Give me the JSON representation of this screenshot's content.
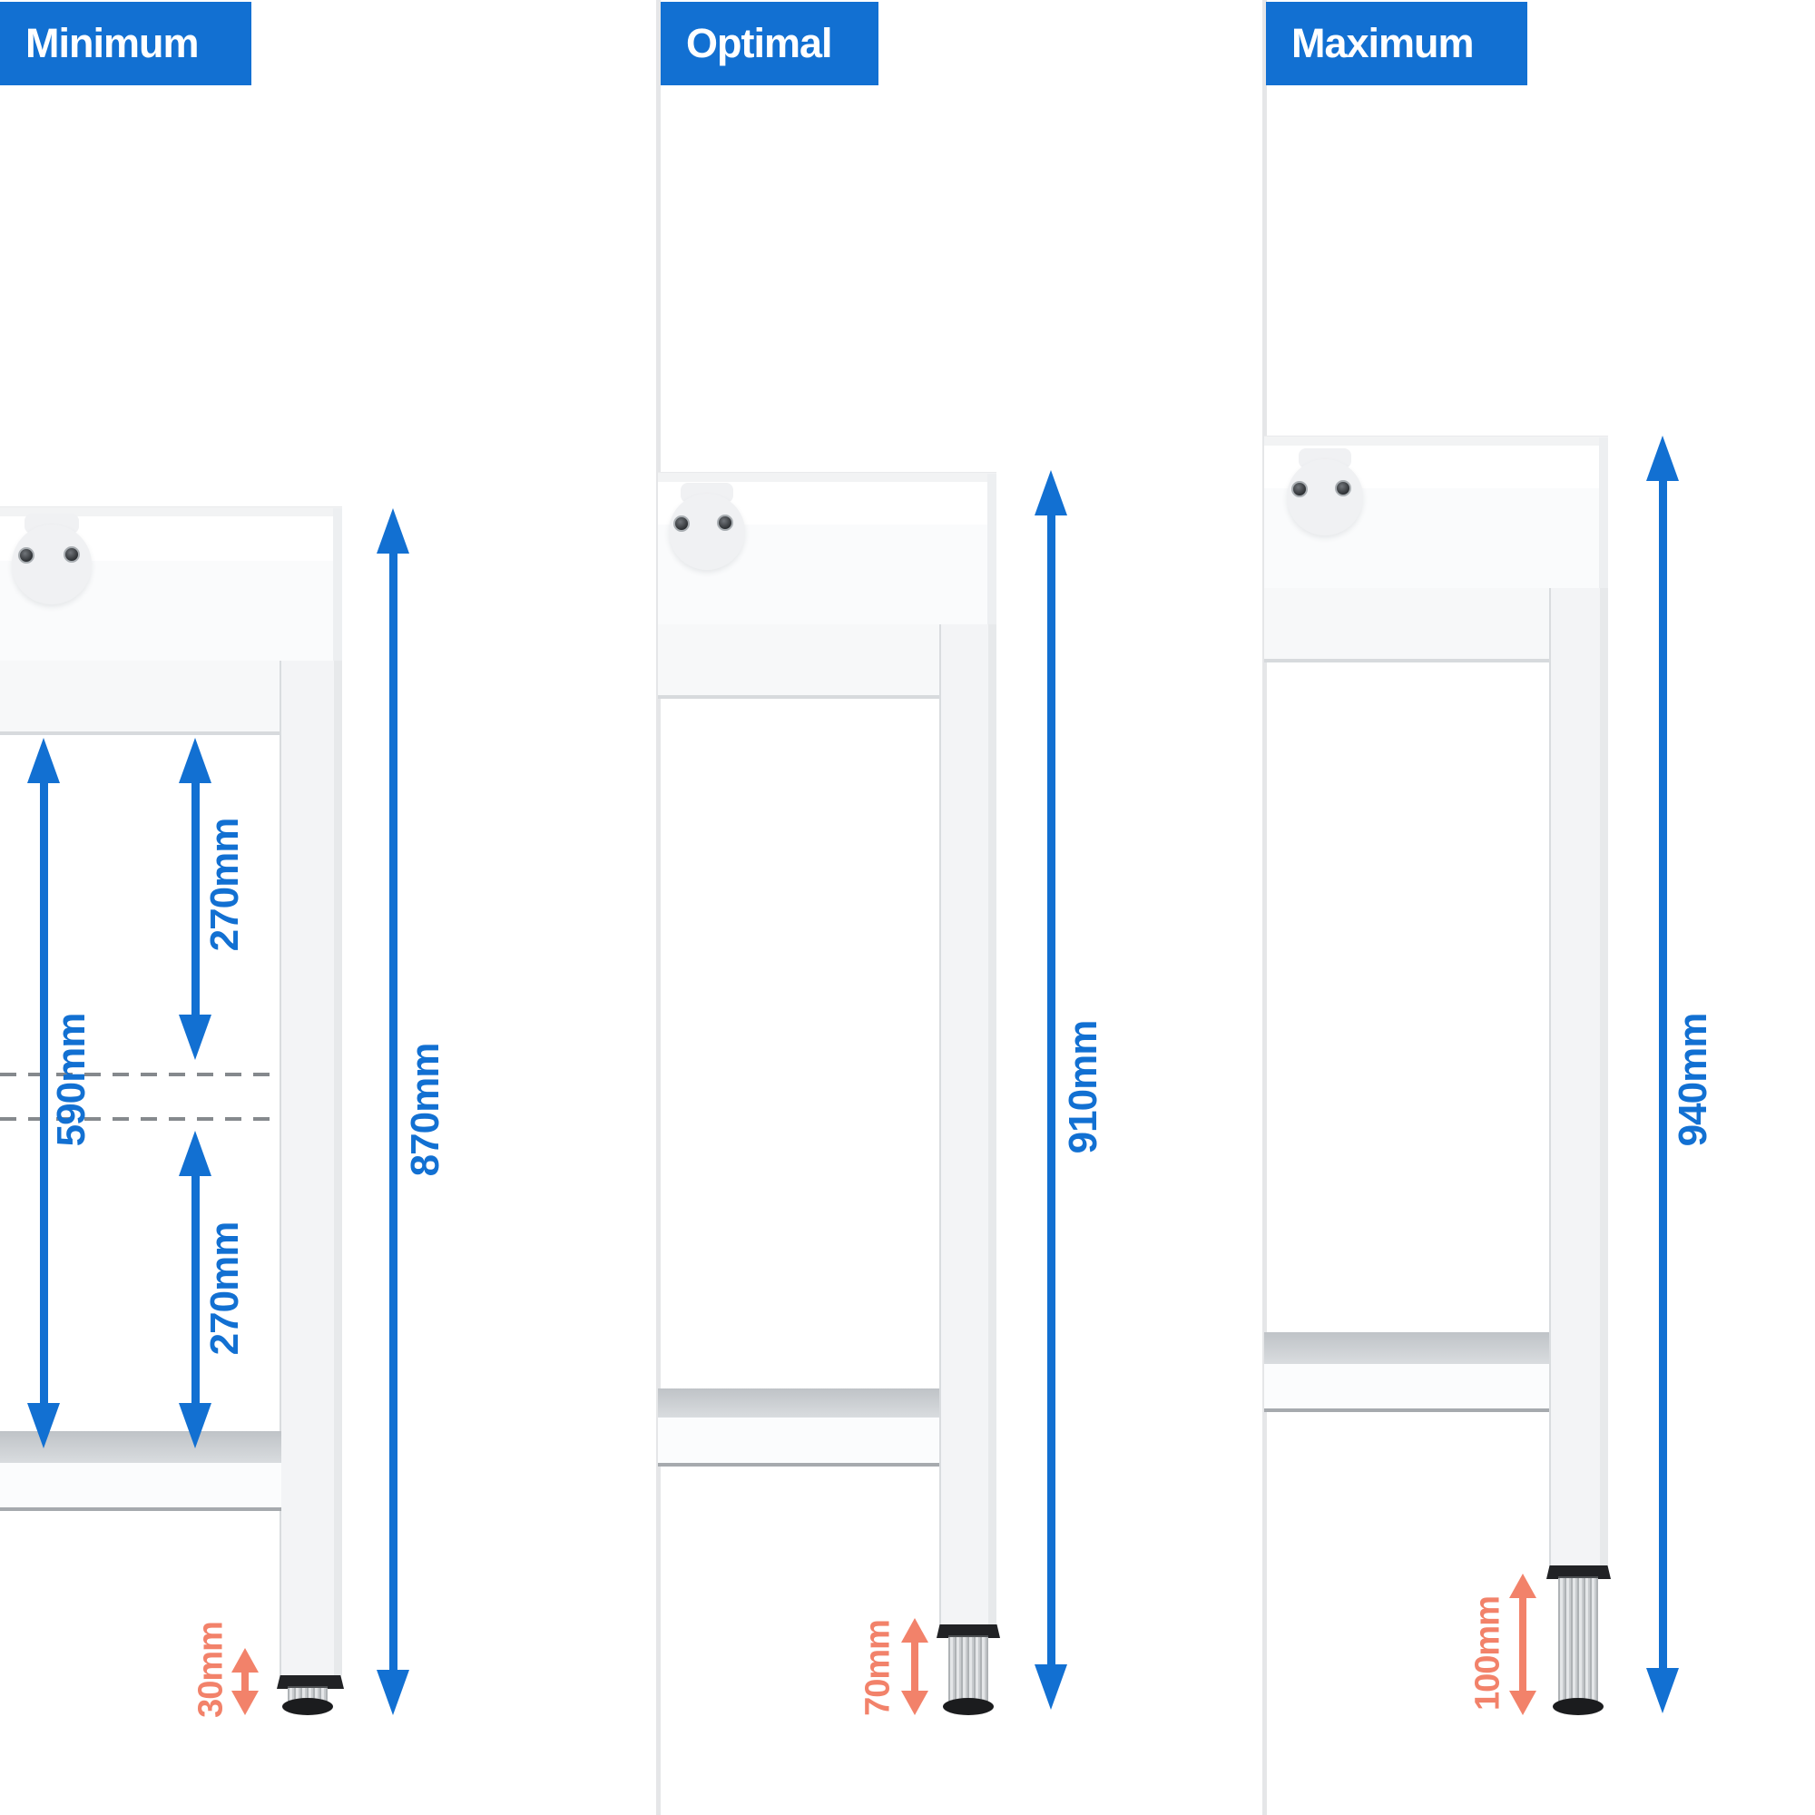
{
  "panels": [
    {
      "label": "Minimum",
      "total_height": "870mm",
      "leveling_foot_height": "30mm",
      "internal": {
        "shelf_clearance": "590mm",
        "upper_gap": "270mm",
        "lower_gap": "270mm"
      }
    },
    {
      "label": "Optimal",
      "total_height": "910mm",
      "leveling_foot_height": "70mm"
    },
    {
      "label": "Maximum",
      "total_height": "940mm",
      "leveling_foot_height": "100mm"
    }
  ],
  "colors": {
    "accent_blue": "#1270d2",
    "accent_orange": "#f2826a",
    "dash_gray": "#85898d",
    "header_text": "#ffffff",
    "separator_gray": "#e5e6e8"
  }
}
